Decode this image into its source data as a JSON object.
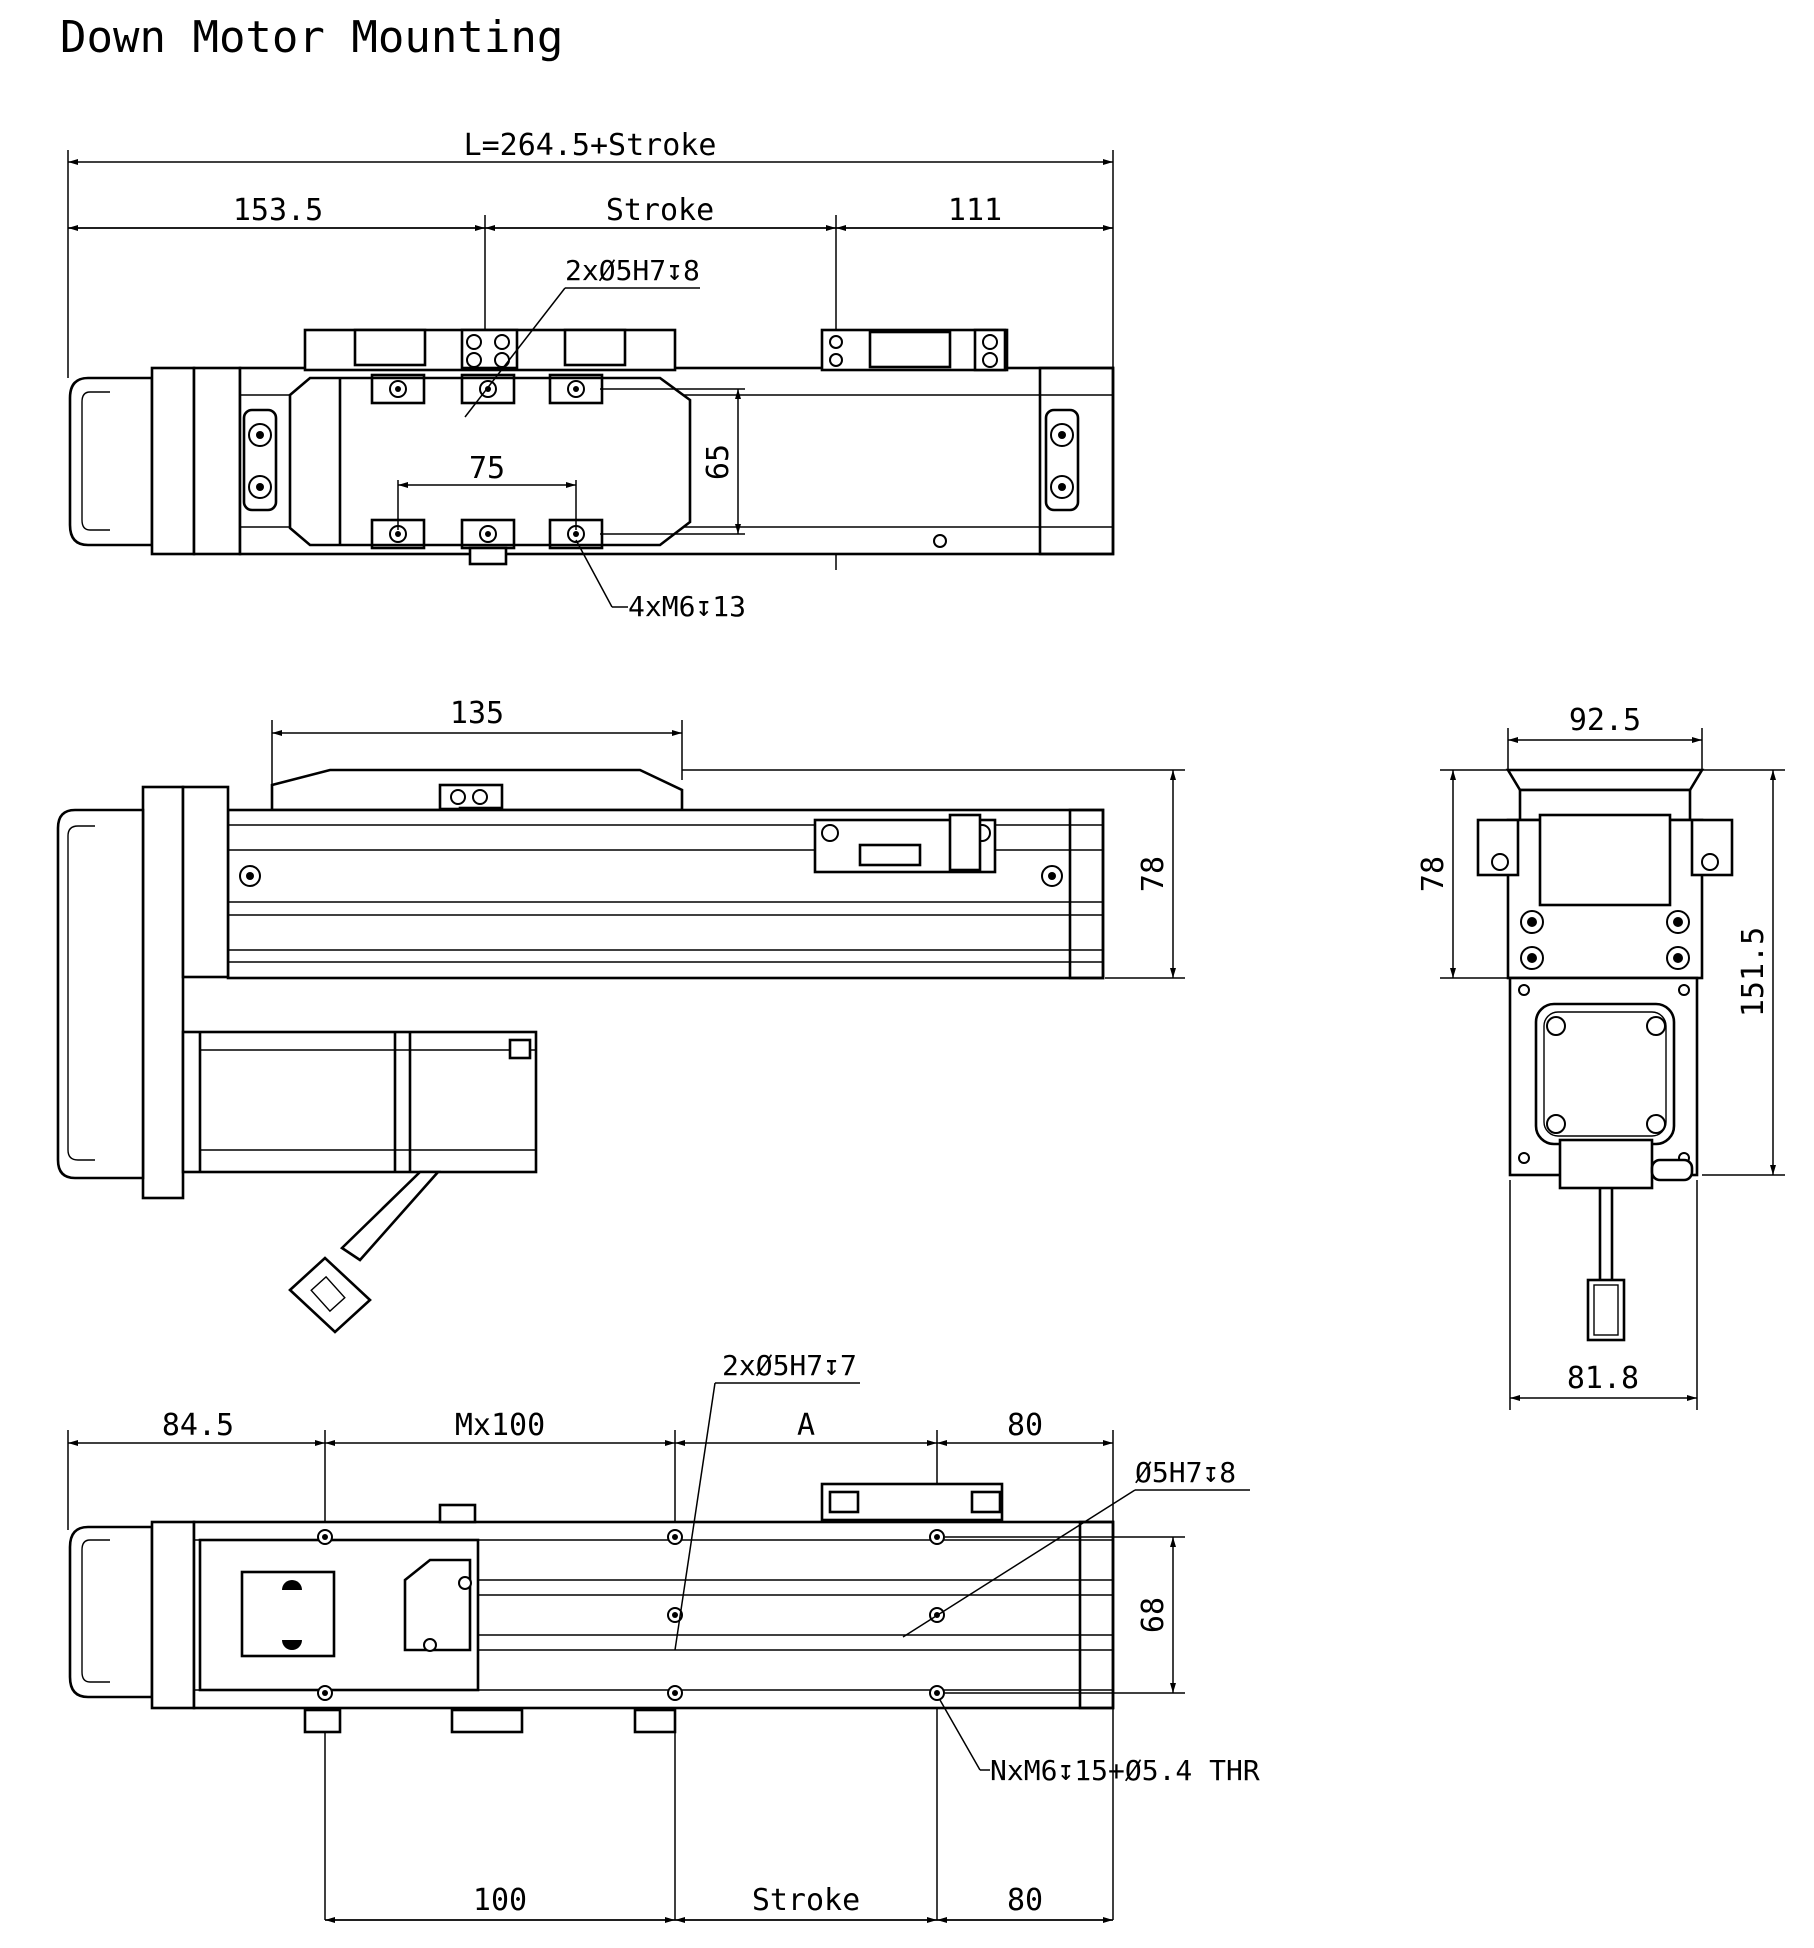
{
  "title": "Down Motor Mounting",
  "top_view": {
    "overall_length": "L=264.5+Stroke",
    "left_offset": "153.5",
    "stroke": "Stroke",
    "right_offset": "111",
    "pin_hole_note": "2xØ5H7↧8",
    "hole_spacing_x": "75",
    "hole_spacing_y": "65",
    "thread_note": "4xM6↧13"
  },
  "side_view": {
    "carriage_length": "135",
    "height": "78"
  },
  "end_view": {
    "top_width": "92.5",
    "height_78": "78",
    "total_height": "151.5",
    "bottom_width": "81.8"
  },
  "bottom_view": {
    "left_offset": "84.5",
    "hole_pitch": "Mx100",
    "a_dim": "A",
    "right_offset": "80",
    "pin_hole_note": "2xØ5H7↧7",
    "pin_hole_note2": "Ø5H7↧8",
    "hole_spacing_y": "68",
    "thread_note": "NxM6↧15+Ø5.4 THR",
    "bottom_first": "100",
    "bottom_stroke": "Stroke",
    "bottom_last": "80"
  }
}
